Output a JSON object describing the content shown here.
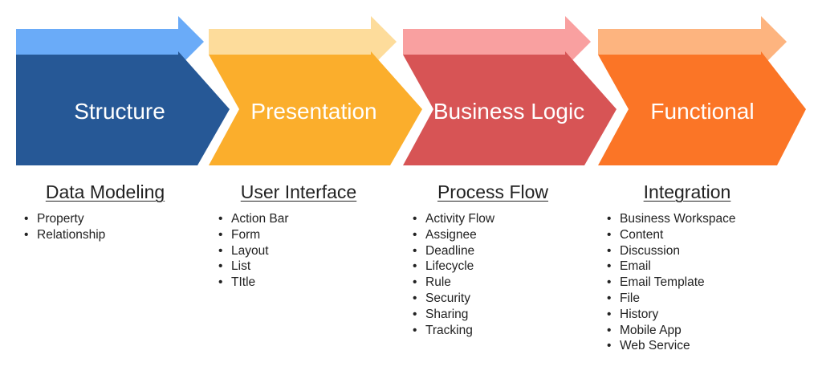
{
  "stages": [
    {
      "title": "Structure",
      "colors": {
        "body": "#265896",
        "arrow": "#6aabf8"
      },
      "heading": "Data Modeling",
      "items": [
        "Property",
        "Relationship"
      ]
    },
    {
      "title": "Presentation",
      "colors": {
        "body": "#fbae2c",
        "arrow": "#fddc9b"
      },
      "heading": "User Interface",
      "items": [
        "Action Bar",
        "Form",
        "Layout",
        "List",
        "TItle"
      ]
    },
    {
      "title": "Business Logic",
      "colors": {
        "body": "#d75455",
        "arrow": "#f9a0a0"
      },
      "heading": "Process Flow",
      "items": [
        "Activity Flow",
        "Assignee",
        "Deadline",
        "Lifecycle",
        "Rule",
        "Security",
        "Sharing",
        "Tracking"
      ]
    },
    {
      "title": "Functional",
      "colors": {
        "body": "#fb7526",
        "arrow": "#fdb47f"
      },
      "heading": "Integration",
      "items": [
        "Business Workspace",
        "Content",
        "Discussion",
        "Email",
        "Email Template",
        "File",
        "History",
        "Mobile App",
        "Web Service"
      ]
    }
  ]
}
